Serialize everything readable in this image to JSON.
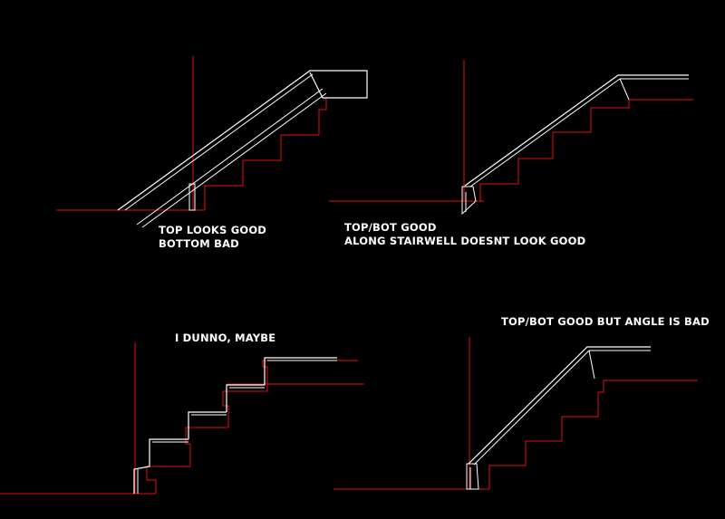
{
  "colors": {
    "background": "#000000",
    "structure": "#e01010",
    "railing": "#ffffff",
    "text": "#ffffff"
  },
  "panels": [
    {
      "id": "top-left",
      "notes": [
        "TOP LOOKS GOOD",
        "BOTTOM BAD"
      ]
    },
    {
      "id": "top-right",
      "notes": [
        "TOP/BOT GOOD",
        "ALONG STAIRWELL DOESNT LOOK GOOD"
      ]
    },
    {
      "id": "bottom-left",
      "notes": [
        "I DUNNO, MAYBE"
      ]
    },
    {
      "id": "bottom-right",
      "notes": [
        "TOP/BOT GOOD BUT ANGLE IS BAD"
      ]
    }
  ]
}
